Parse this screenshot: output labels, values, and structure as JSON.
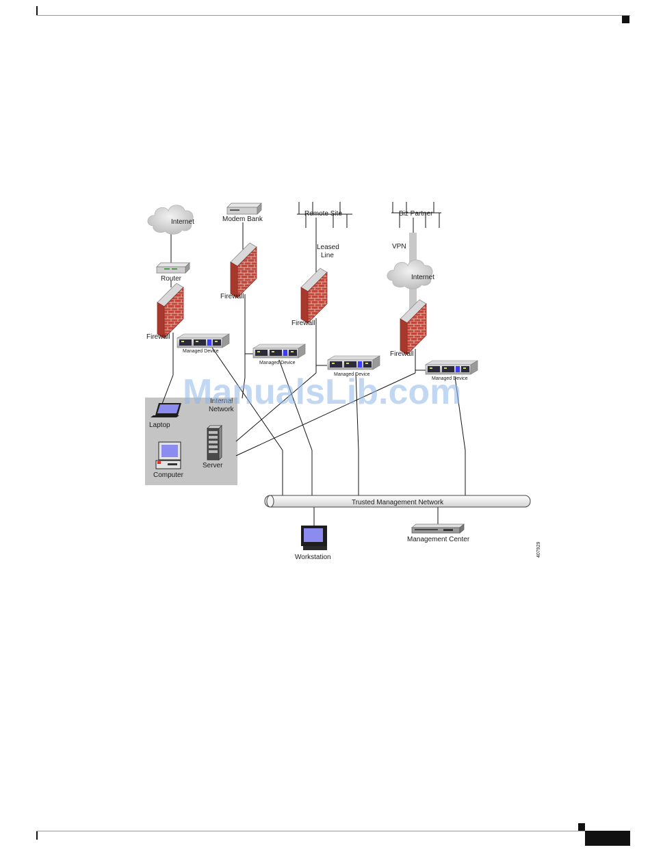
{
  "labels": {
    "internet_top": "Internet",
    "router": "Router",
    "firewall_1": "Firewall",
    "modem_bank": "Modem Bank",
    "firewall_2": "Firewall",
    "remote_site": "Remote Site",
    "leased_line_1": "Leased",
    "leased_line_2": "Line",
    "firewall_3": "Firewall",
    "biz_partner": "Biz Partner",
    "vpn": "VPN",
    "internet_vpn": "Internet",
    "firewall_4": "Firewall",
    "managed_device_1": "Managed Device",
    "managed_device_2": "Managed Device",
    "managed_device_3": "Managed Device",
    "managed_device_4": "Managed Device",
    "internal_network_1": "Internal",
    "internal_network_2": "Network",
    "laptop": "Laptop",
    "computer": "Computer",
    "server": "Server",
    "trusted_management_network": "Trusted Management Network",
    "workstation": "Workstation",
    "management_center": "Management Center",
    "figure_id": "407929"
  },
  "watermark": "ManualsLib.com",
  "colors": {
    "brick": "#c0473a",
    "brick_cap": "#d9d9d9",
    "internal_zone": "#c4c4c4",
    "device_dark": "#2b2b3a",
    "screen": "#8c8cf0"
  }
}
